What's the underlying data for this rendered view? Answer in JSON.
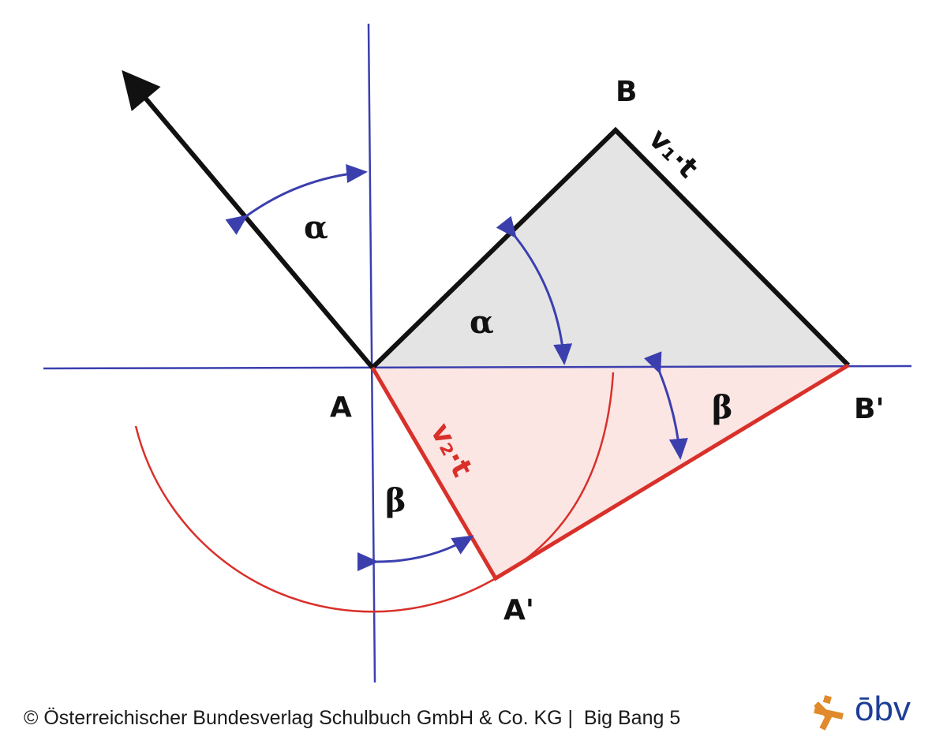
{
  "diagram": {
    "labels": {
      "A": "A",
      "B": "B",
      "B_prime": "B'",
      "A_prime": "A'",
      "v1t": "v₁·t",
      "v2t": "v₂·t",
      "alpha": "α",
      "beta": "β"
    },
    "colors": {
      "axis": "#3b3fae",
      "red": "#d9302a",
      "black": "#111111",
      "gray_fill": "#e4e4e4",
      "pink_fill": "#fbe6e4"
    }
  },
  "footer": {
    "copyright": "© Österreichischer Bundesverlag Schulbuch GmbH & Co. KG |  Big Bang 5"
  },
  "logo": {
    "text": "ōbv"
  }
}
